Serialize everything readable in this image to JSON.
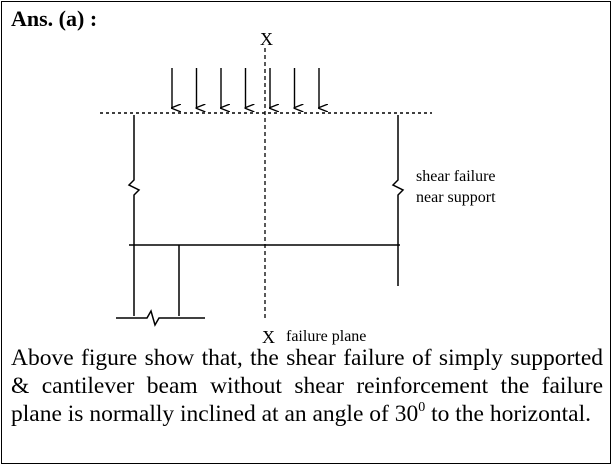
{
  "heading": "Ans. (a) :",
  "diagram": {
    "axis_label_top": "X",
    "axis_label_bottom": "X",
    "label_support_line1": "shear failure",
    "label_support_line2": "near support",
    "label_failure_plane": "failure plane",
    "load_arrow_count": 7
  },
  "paragraph": {
    "text_before_sup": "Above figure show that, the shear failure of simply supported & cantilever beam without shear reinforcement the failure plane is normally inclined at an angle of 30",
    "superscript": "0",
    "text_after_sup": " to the horizontal."
  }
}
